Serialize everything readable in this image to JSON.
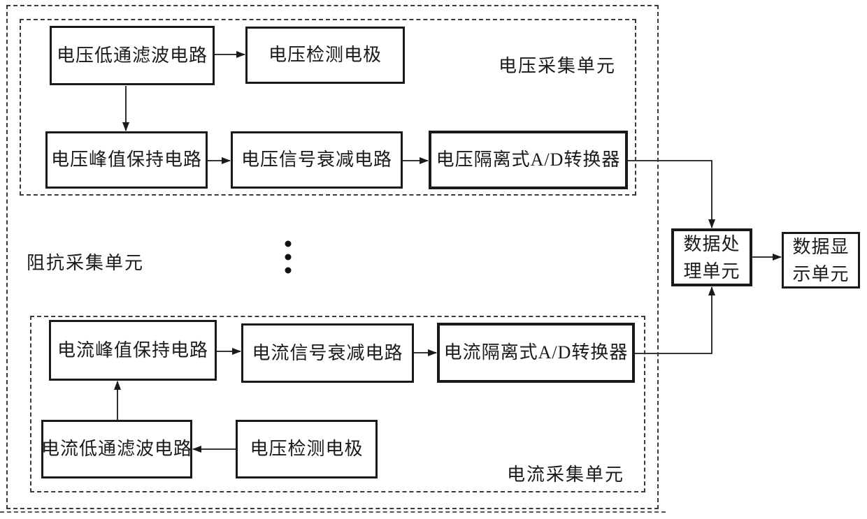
{
  "colors": {
    "ink": "#1a1a1a",
    "background": "#ffffff"
  },
  "outer_unit": {
    "label": "阻抗采集单元"
  },
  "voltage_unit": {
    "label": "电压采集单元",
    "blocks": {
      "lowpass": "电压低通滤波电路",
      "electrode": "电压检测电极",
      "peak_hold": "电压峰值保持电路",
      "attenuator": "电压信号衰减电路",
      "adc": "电压隔离式A/D转换器"
    }
  },
  "current_unit": {
    "label": "电流采集单元",
    "blocks": {
      "peak_hold": "电流峰值保持电路",
      "attenuator": "电流信号衰减电路",
      "adc": "电流隔离式A/D转换器",
      "lowpass": "电流低通滤波电路",
      "electrode": "电压检测电极"
    }
  },
  "processing_unit": {
    "label_lines": [
      "数据处",
      "理单元"
    ]
  },
  "display_unit": {
    "label_lines": [
      "数据显",
      "示单元"
    ]
  }
}
